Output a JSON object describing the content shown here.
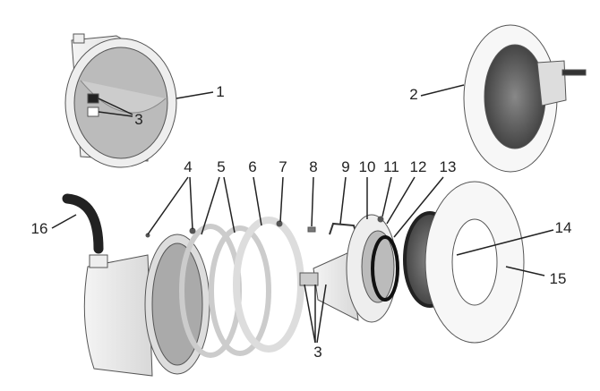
{
  "callouts": [
    {
      "id": "c1",
      "text": "1"
    },
    {
      "id": "c2",
      "text": "2"
    },
    {
      "id": "c3a",
      "text": "3"
    },
    {
      "id": "c4",
      "text": "4"
    },
    {
      "id": "c5",
      "text": "5"
    },
    {
      "id": "c6",
      "text": "6"
    },
    {
      "id": "c7",
      "text": "7"
    },
    {
      "id": "c8",
      "text": "8"
    },
    {
      "id": "c9",
      "text": "9"
    },
    {
      "id": "c10",
      "text": "10"
    },
    {
      "id": "c11",
      "text": "11"
    },
    {
      "id": "c12",
      "text": "12"
    },
    {
      "id": "c13",
      "text": "13"
    },
    {
      "id": "c14",
      "text": "14"
    },
    {
      "id": "c15",
      "text": "15"
    },
    {
      "id": "c16",
      "text": "16"
    },
    {
      "id": "c3b",
      "text": "3"
    }
  ]
}
